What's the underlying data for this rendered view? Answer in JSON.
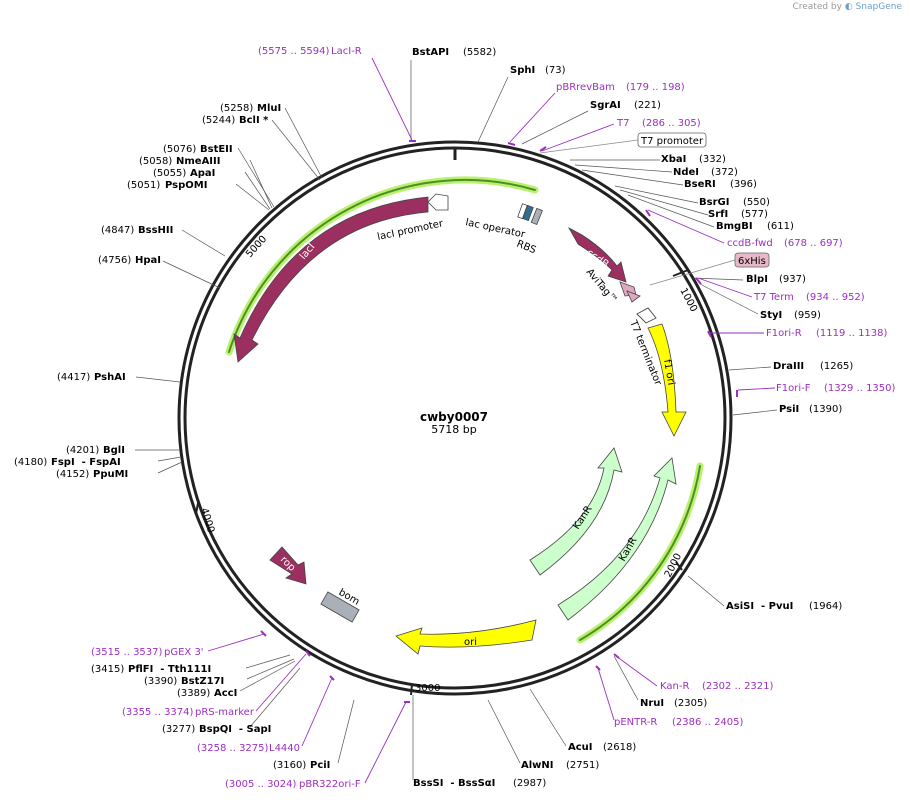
{
  "watermark": {
    "prefix": "Created by",
    "brand": "SnapGene"
  },
  "plasmid": {
    "name": "cwby0007",
    "length_label": "5718 bp",
    "length": 5718
  },
  "ticks": [
    {
      "pos": 1000,
      "label": "1000"
    },
    {
      "pos": 2000,
      "label": "2000"
    },
    {
      "pos": 3000,
      "label": "3000"
    },
    {
      "pos": 4000,
      "label": "4000"
    },
    {
      "pos": 5000,
      "label": "5000"
    }
  ],
  "enzymes": [
    {
      "name": "BstAPI",
      "pos_label": "(5582)"
    },
    {
      "name": "SphI",
      "pos_label": "(73)"
    },
    {
      "name": "SgrAI",
      "pos_label": "(221)"
    },
    {
      "name": "XbaI",
      "pos_label": "(332)"
    },
    {
      "name": "NdeI",
      "pos_label": "(372)"
    },
    {
      "name": "BseRI",
      "pos_label": "(396)"
    },
    {
      "name": "BsrGI",
      "pos_label": "(550)"
    },
    {
      "name": "SrfI",
      "pos_label": "(577)"
    },
    {
      "name": "BmgBI",
      "pos_label": "(611)"
    },
    {
      "name": "BlpI",
      "pos_label": "(937)"
    },
    {
      "name": "StyI",
      "pos_label": "(959)"
    },
    {
      "name": "DraIII",
      "pos_label": "(1265)"
    },
    {
      "name": "PsiI",
      "pos_label": "(1390)"
    },
    {
      "name": "AsiSI  - PvuI",
      "pos_label": "(1964)"
    },
    {
      "name": "NruI",
      "pos_label": "(2305)"
    },
    {
      "name": "AcuI",
      "pos_label": "(2618)"
    },
    {
      "name": "AlwNI",
      "pos_label": "(2751)"
    },
    {
      "name": "BssSI  - BssSαI",
      "pos_label": "(2987)"
    },
    {
      "name": "PciI",
      "pos_label": "(3160)"
    },
    {
      "name": "BspQI  - SapI",
      "pos_label": "(3277)"
    },
    {
      "name": "AccI",
      "pos_label": "(3389)"
    },
    {
      "name": "BstZ17I",
      "pos_label": "(3390)"
    },
    {
      "name": "PflFI  - Tth111I",
      "pos_label": "(3415)"
    },
    {
      "name": "PpuMI",
      "pos_label": "(4152)"
    },
    {
      "name": "FspI  - FspAI",
      "pos_label": "(4180)"
    },
    {
      "name": "BglI",
      "pos_label": "(4201)"
    },
    {
      "name": "PshAI",
      "pos_label": "(4417)"
    },
    {
      "name": "HpaI",
      "pos_label": "(4756)"
    },
    {
      "name": "BssHII",
      "pos_label": "(4847)"
    },
    {
      "name": "PspOMI",
      "pos_label": "(5051)"
    },
    {
      "name": "ApaI",
      "pos_label": "(5055)"
    },
    {
      "name": "NmeAIII",
      "pos_label": "(5058)"
    },
    {
      "name": "BstEII",
      "pos_label": "(5076)"
    },
    {
      "name": "BclI *",
      "pos_label": "(5244)"
    },
    {
      "name": "MluI",
      "pos_label": "(5258)"
    }
  ],
  "primers": [
    {
      "name": "LacI-R",
      "range": "(5575 .. 5594)"
    },
    {
      "name": "pBRrevBam",
      "range": "(179 .. 198)"
    },
    {
      "name": "T7",
      "range": "(286 .. 305)"
    },
    {
      "name": "ccdB-fwd",
      "range": "(678 .. 697)"
    },
    {
      "name": "T7 Term",
      "range": "(934 .. 952)"
    },
    {
      "name": "F1ori-R",
      "range": "(1119 .. 1138)"
    },
    {
      "name": "F1ori-F",
      "range": "(1329 .. 1350)"
    },
    {
      "name": "Kan-R",
      "range": "(2302 .. 2321)"
    },
    {
      "name": "pENTR-R",
      "range": "(2386 .. 2405)"
    },
    {
      "name": "pBR322ori-F",
      "range": "(3005 .. 3024)"
    },
    {
      "name": "L4440",
      "range": "(3258 .. 3275)"
    },
    {
      "name": "pRS-marker",
      "range": "(3355 .. 3374)"
    },
    {
      "name": "pGEX 3'",
      "range": "(3515 .. 3537)"
    }
  ],
  "features": {
    "ccdb": "ccdB",
    "f1_ori": "f1 ori",
    "kanr_1": "KanR",
    "kanr_2": "KanR",
    "ori": "ori",
    "rop": "rop",
    "bom": "bom",
    "laci": "lacI",
    "laci_promoter": "lacI promoter",
    "lac_operator": "lac operator",
    "rbs": "RBS",
    "avitag": "AviTag™",
    "t7_terminator": "T7 terminator",
    "t7_promoter_box": "T7 promoter",
    "his_box": "6xHis"
  },
  "colors": {
    "primer": "#9b2fbf",
    "ccdb": "#9b2f5f",
    "laci": "#9b2f5f",
    "f1_ori": "#ffff00",
    "ori": "#ffff00",
    "kanr": "#ccffcc",
    "bom": "#aab0b8",
    "rop": "#9b2f5f",
    "orf_highlight": "#b8f070",
    "his_box": "#e8b8c8"
  }
}
